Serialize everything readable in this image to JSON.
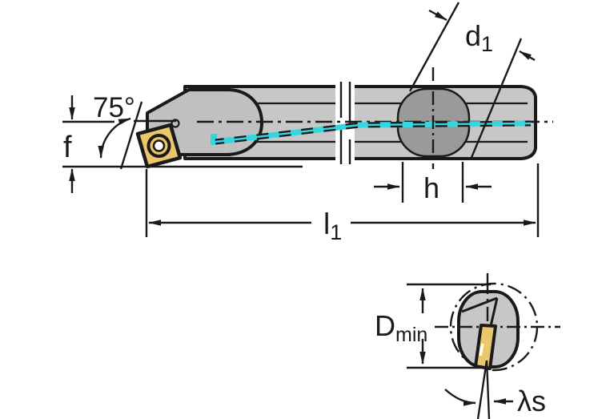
{
  "drawing": {
    "kind": "technical-drawing",
    "subject": "Boring bar with screw-clamped indexable insert",
    "views": {
      "main": "side-elevation",
      "section": "end-cross-section"
    }
  },
  "labels": {
    "approach_angle": "75°",
    "tip_offset": "f",
    "shank_diameter": {
      "base": "d",
      "sub": "1"
    },
    "flat_width": "h",
    "overall_length": {
      "base": "l",
      "sub": "1"
    },
    "min_bore_diameter": {
      "base": "D",
      "sub": "min"
    },
    "inclination_angle": "λs"
  },
  "colors": {
    "body_gray": "#c7c7c7",
    "head_gray": "#c0c0c0",
    "flat_gray": "#9a9a9a",
    "insert_gold": "#eac76a",
    "coolant_cyan": "#35d6e0",
    "line_black": "#1a1a1a",
    "background": "#ffffff"
  }
}
